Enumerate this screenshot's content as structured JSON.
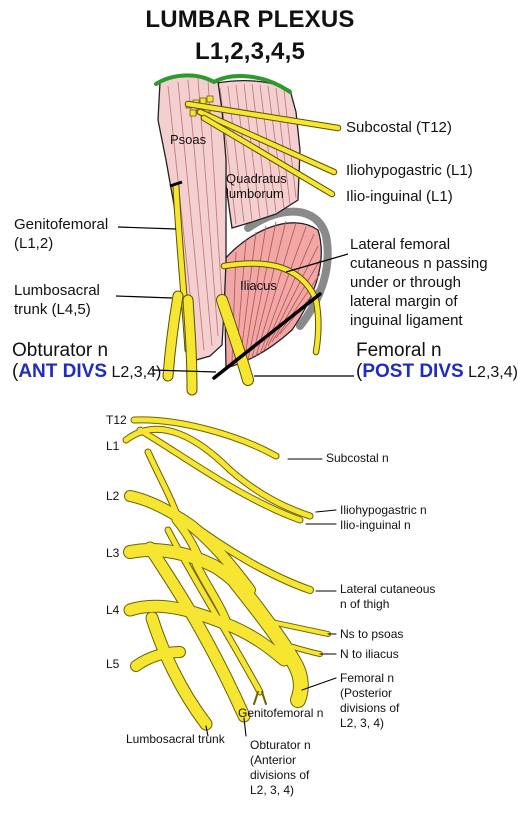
{
  "title": "LUMBAR PLEXUS",
  "subtitle": "L1,2,3,4,5",
  "colors": {
    "nerve": "#f6e632",
    "nerve_stroke": "#7a6d00",
    "muscle": "#f4cfd0",
    "muscle_dark": "#e99a9b",
    "ligament": "#8a8a8a",
    "diaphragm": "#2e9a2e",
    "accent_blue": "#1f2dbf"
  },
  "upper": {
    "muscles": {
      "psoas": "Psoas",
      "quadratus_line1": "Quadratus",
      "quadratus_line2": "lumborum",
      "iliacus": "Iliacus"
    },
    "labels": {
      "subcostal": "Subcostal (T12)",
      "iliohypogastric": "Iliohypogastric (L1)",
      "ilioinguinal": "Ilio-inguinal (L1)",
      "genitofemoral_line1": "Genitofemoral",
      "genitofemoral_line2": "(L1,2)",
      "lumbosacral_line1": "Lumbosacral",
      "lumbosacral_line2": "trunk (L4,5)",
      "lfcn_line1": "Lateral femoral",
      "lfcn_line2": "cutaneous n passing",
      "lfcn_line3": "under or through",
      "lfcn_line4": "lateral margin of",
      "lfcn_line5": "inguinal ligament",
      "obturator": "Obturator n",
      "obturator_paren_open": "(",
      "obturator_divs": "ANT DIVS",
      "obturator_levels": "L2,3,4)",
      "femoral": "Femoral n",
      "femoral_paren_open": "(",
      "femoral_divs": "POST DIVS",
      "femoral_levels": "L2,3,4)"
    }
  },
  "lower": {
    "roots": [
      "T12",
      "L1",
      "L2",
      "L3",
      "L4",
      "L5"
    ],
    "labels": {
      "subcostal": "Subcostal n",
      "iliohypogastric": "Iliohypogastric n",
      "ilioinguinal": "Ilio-inguinal n",
      "lateral_cutaneous_line1": "Lateral cutaneous",
      "lateral_cutaneous_line2": "n of thigh",
      "ns_to_psoas": "Ns to psoas",
      "n_to_iliacus": "N to iliacus",
      "femoral_line1": "Femoral n",
      "femoral_line2": "(Posterior",
      "femoral_line3": "divisions of",
      "femoral_line4": "L2, 3, 4)",
      "genitofemoral": "Genitofemoral n",
      "lumbosacral": "Lumbosacral trunk",
      "obturator_line1": "Obturator n",
      "obturator_line2": "(Anterior",
      "obturator_line3": "divisions of",
      "obturator_line4": "L2, 3, 4)"
    }
  }
}
